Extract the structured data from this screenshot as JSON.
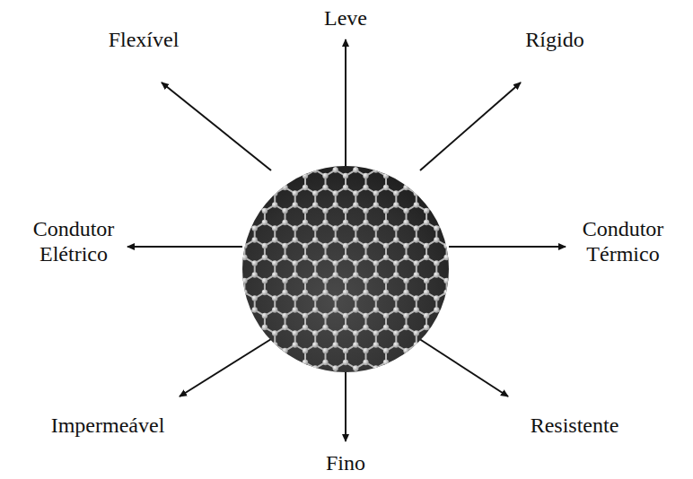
{
  "diagram": {
    "labels": [
      "Leve",
      "Flexível",
      "Rígido",
      "Condutor Elétrico",
      "Condutor Térmico",
      "Impermeável",
      "Resistente",
      "Fino"
    ]
  }
}
